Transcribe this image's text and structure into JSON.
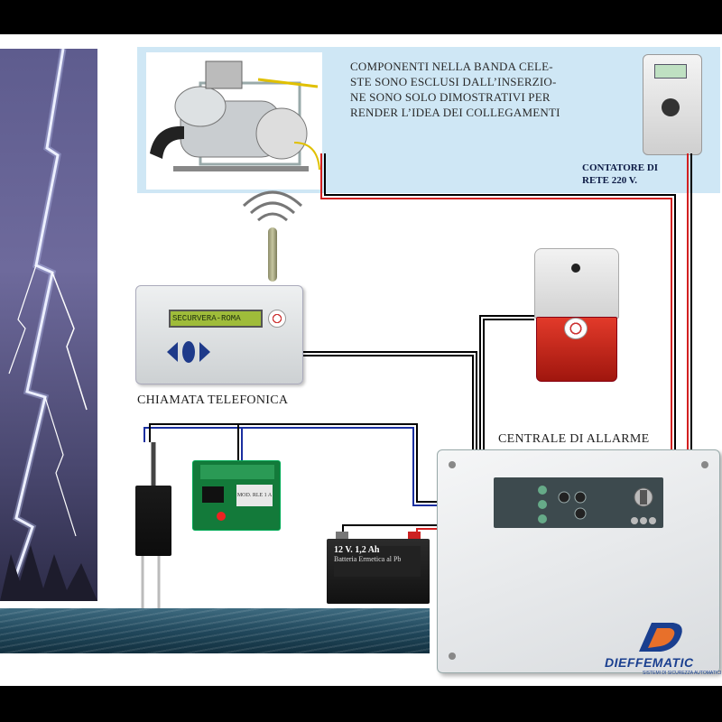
{
  "notes": {
    "band_note": "COMPONENTI NELLA BANDA CELE-\nSTE SONO ESCLUSI DALL’INSERZIO-\nNE SONO SOLO DIMOSTRATIVI PER\nRENDER L’IDEA DEI COLLEGAMENTI"
  },
  "labels": {
    "meter": "CONTATORE DI\nRETE 220 V.",
    "phone_dialer": "CHIAMATA TELEFONICA",
    "alarm_panel": "CENTRALE DI ALLARME"
  },
  "devices": {
    "dialer_lcd": "SECURVERA-ROMA",
    "battery_rating": "12 V. 1,2 Ah",
    "battery_fine_print": "Batteria Ermetica al Pb",
    "relay_marking": "MOD. RLE 1 A"
  },
  "brand": {
    "name": "DIEFFEMATIC",
    "tagline": "SISTEMI DI SICUREZZA AUTOMATICI"
  },
  "colors": {
    "band": "#cfe7f5",
    "wire_black": "#000000",
    "wire_red": "#d32020",
    "wire_blue": "#1a2fa0",
    "siren_red": "#e23a2a"
  }
}
